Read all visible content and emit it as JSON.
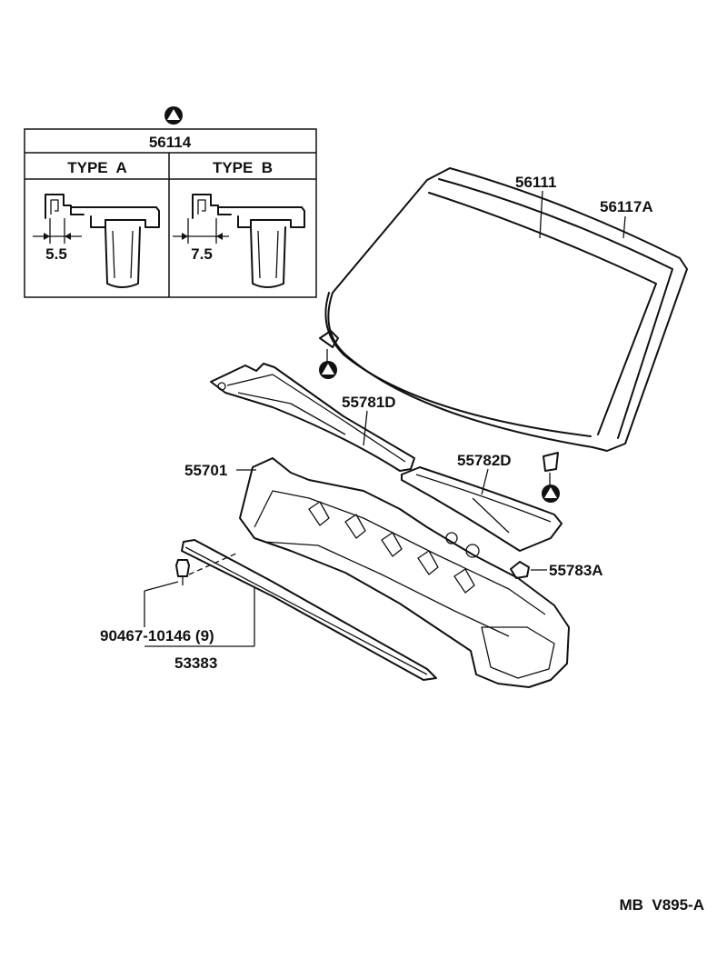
{
  "inset": {
    "marker": "▲",
    "part_number": "56114",
    "types": [
      {
        "label": "TYPE  A",
        "dimension": "5.5"
      },
      {
        "label": "TYPE  B",
        "dimension": "7.5"
      }
    ]
  },
  "parts": {
    "windshield_glass": "56111",
    "windshield_molding": "56117A",
    "cowl_louver_left": "55781D",
    "cowl_louver_right": "55782D",
    "cowl_top_panel": "55701",
    "cap": "55783A",
    "clip_bolt": "90467-10146 (9)",
    "weatherstrip": "53383"
  },
  "markers": {
    "clip_left": "▲",
    "clip_right": "▲"
  },
  "footer": {
    "code": "MB  V895-A"
  }
}
